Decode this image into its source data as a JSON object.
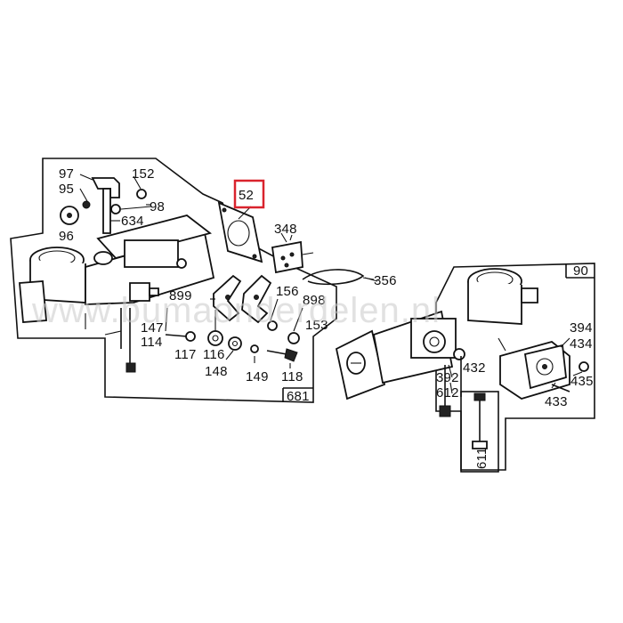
{
  "watermark": "www.bumaonderdelen.nl",
  "highlight_color": "#d9232d",
  "highlighted_part": "52",
  "panel_labels": {
    "left": "681",
    "right": "90",
    "bottom": "611"
  },
  "callouts": {
    "c97": "97",
    "c95": "95",
    "c96": "96",
    "c152": "152",
    "c98": "98",
    "c634": "634",
    "c52": "52",
    "c348": "348",
    "c356": "356",
    "c899": "899",
    "c156": "156",
    "c898": "898",
    "c153": "153",
    "c147": "147",
    "c114": "114",
    "c117": "117",
    "c116": "116",
    "c148": "148",
    "c149": "149",
    "c118": "118",
    "c394": "394",
    "c434": "434",
    "c435": "435",
    "c433": "433",
    "c392": "392",
    "c432": "432",
    "c612": "612"
  }
}
